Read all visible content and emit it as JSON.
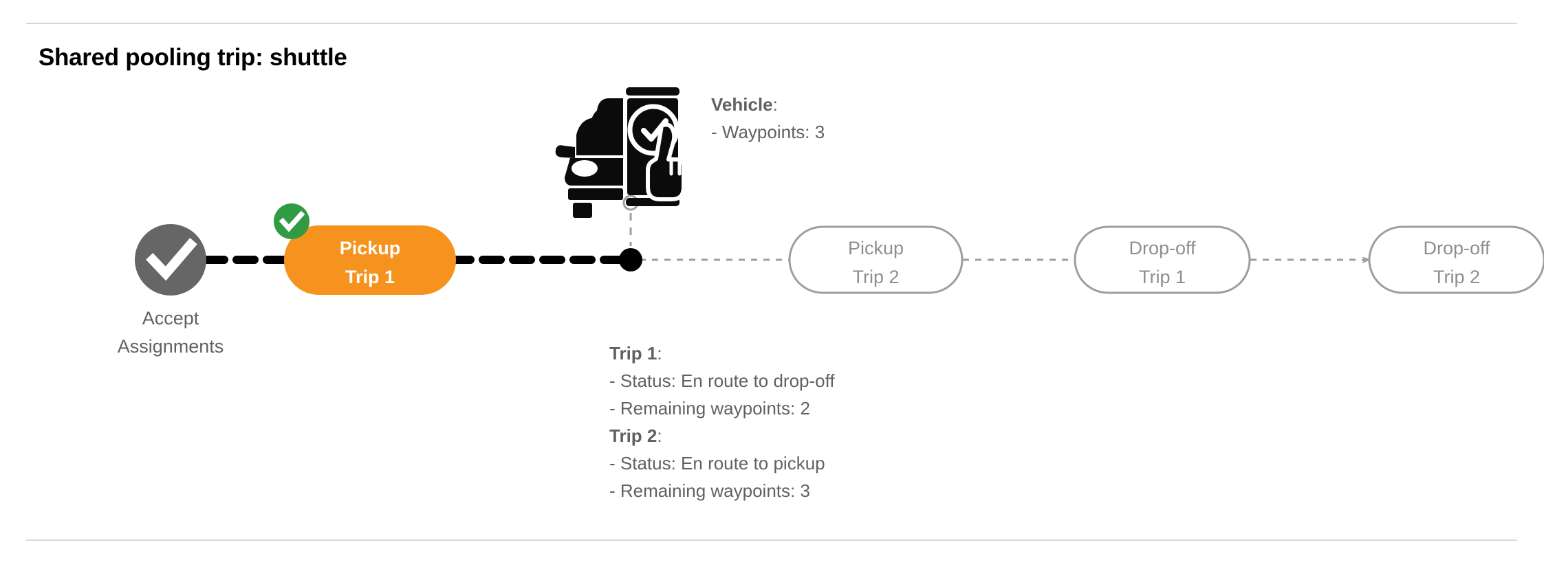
{
  "page": {
    "title": "Shared pooling trip: shuttle",
    "background": "#ffffff",
    "divider_color": "#d6d7d9"
  },
  "colors": {
    "active_pill": "#F5931E",
    "active_pill_text": "#ffffff",
    "done_node": "#666666",
    "badge_green": "#319B43",
    "muted_text": "#616161",
    "pill_outline": "#9e9e9e",
    "pill_outline_text": "#8e8e8e",
    "solid_track": "#000000",
    "dashed_track": "#9e9e9e"
  },
  "flow": {
    "start_node": {
      "icon": "check-circle-icon",
      "label_line1": "Accept",
      "label_line2": "Assignments",
      "state": "completed"
    },
    "steps": [
      {
        "id": "pickup-trip-1",
        "line1": "Pickup",
        "line2": "Trip 1",
        "state": "active",
        "badge": "check-badge-icon"
      },
      {
        "id": "pickup-trip-2",
        "line1": "Pickup",
        "line2": "Trip 2",
        "state": "pending",
        "badge": null
      },
      {
        "id": "drop-off-trip-1",
        "line1": "Drop-off",
        "line2": "Trip 1",
        "state": "pending",
        "badge": null
      },
      {
        "id": "drop-off-trip-2",
        "line1": "Drop-off",
        "line2": "Trip 2",
        "state": "pending",
        "badge": null
      }
    ],
    "current_position_marker": {
      "icon": "vehicle-position-dot",
      "connector": "dashed-vertical"
    }
  },
  "vehicle_callout": {
    "heading": "Vehicle",
    "heading_suffix": ":",
    "lines": [
      "- Waypoints: 3"
    ]
  },
  "trips_callout": {
    "groups": [
      {
        "heading": "Trip 1",
        "heading_suffix": ":",
        "lines": [
          "- Status:  En route to drop-off",
          "- Remaining waypoints: 2"
        ]
      },
      {
        "heading": "Trip 2",
        "heading_suffix": ":",
        "lines": [
          "- Status:  En route to pickup",
          "- Remaining waypoints: 3"
        ]
      }
    ]
  },
  "icons": {
    "vehicle_app": "car-phone-check-icon"
  }
}
